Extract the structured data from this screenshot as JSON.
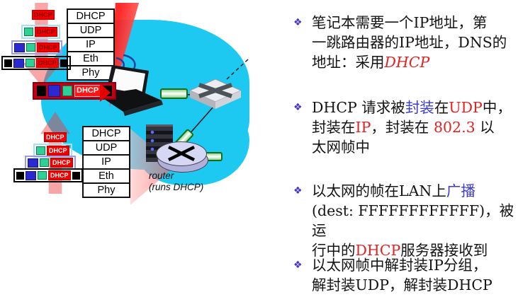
{
  "diagram": {
    "stack_layers": [
      "DHCP",
      "UDP",
      "IP",
      "Eth",
      "Phy"
    ],
    "packet_label": "DHCP",
    "packets": {
      "top": [
        [
          "dhcp"
        ],
        [
          "green",
          "dhcp"
        ],
        [
          "blue",
          "green",
          "dhcp"
        ],
        [
          "black",
          "blue",
          "green",
          "dhcp",
          "black"
        ]
      ],
      "bottom": [
        [
          "dhcp"
        ],
        [
          "green",
          "dhcp"
        ],
        [
          "blue",
          "green",
          "dhcp"
        ],
        [
          "black",
          "blue",
          "green",
          "dhcp",
          "black"
        ]
      ],
      "frame": [
        "black",
        "blue",
        "green",
        "dhcp",
        "black"
      ]
    },
    "router_label": {
      "line1": "router",
      "line2": "(runs DHCP)"
    },
    "colors": {
      "cloud": "#1ec9f1",
      "dhcp_box": "#f20000",
      "green_block": "#2fd096",
      "blue_block": "#2a2ad0",
      "beam_red": "#ff1c1c",
      "router_fill": "#d6d6f5"
    }
  },
  "bullets": [
    {
      "marker": "❖",
      "segments": [
        {
          "t": "笔记本需要一个IP地址，第"
        },
        {
          "br": true
        },
        {
          "t": "一跳路由器的IP地址，DNS的"
        },
        {
          "br": true
        },
        {
          "t": "地址：采用"
        },
        {
          "t": "DHCP",
          "c": "red",
          "i": true
        }
      ]
    },
    {
      "marker": "❖",
      "segments": [
        {
          "t": "DHCP 请求被"
        },
        {
          "t": "封装",
          "c": "blue"
        },
        {
          "t": "在"
        },
        {
          "t": "UDP",
          "c": "red"
        },
        {
          "t": "中，"
        },
        {
          "br": true
        },
        {
          "t": "封装在"
        },
        {
          "t": "IP",
          "c": "red"
        },
        {
          "t": "，封装在 "
        },
        {
          "t": "802.3",
          "c": "red"
        },
        {
          "t": " 以"
        },
        {
          "br": true
        },
        {
          "t": "太网帧中"
        }
      ]
    },
    {
      "marker": "❖",
      "segments": [
        {
          "t": "以太网的帧在LAN上"
        },
        {
          "t": "广播",
          "c": "blue"
        },
        {
          "br": true
        },
        {
          "t": "(dest: FFFFFFFFFFFF)，被运"
        },
        {
          "br": true
        },
        {
          "t": "行中的"
        },
        {
          "t": "DHCP",
          "c": "red"
        },
        {
          "t": "服务器接收到"
        }
      ]
    },
    {
      "marker": "❖",
      "segments": [
        {
          "t": "以太网帧中解封装IP分组，"
        },
        {
          "br": true
        },
        {
          "t": "解封装UDP，解封装DHCP"
        }
      ]
    }
  ]
}
